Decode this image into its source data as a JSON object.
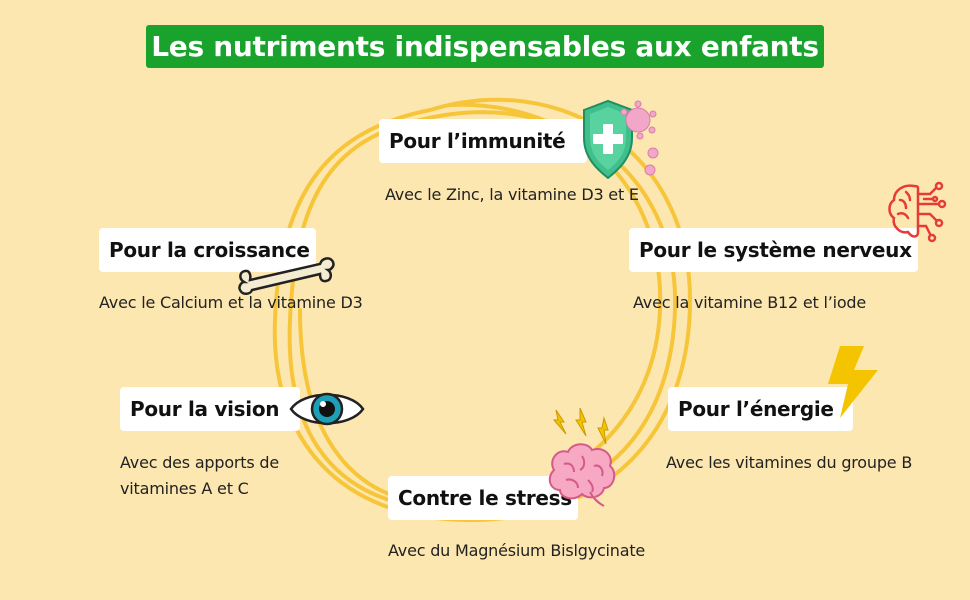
{
  "title": "Les nutriments indispensables aux enfants",
  "items": [
    {
      "label": "Pour l’immunité",
      "desc": "Avec le Zinc, la vitamine D3 et E",
      "icon": "shield-virus-icon"
    },
    {
      "label": "Pour la croissance",
      "desc": "Avec le Calcium et la vitamine D3",
      "icon": "bone-icon"
    },
    {
      "label": "Pour le système nerveux",
      "desc": "Avec la vitamine B12 et l’iode",
      "icon": "brain-circuit-icon"
    },
    {
      "label": "Pour la vision",
      "desc_line1": "Avec des apports de",
      "desc_line2": "vitamines A et C",
      "icon": "eye-icon"
    },
    {
      "label": "Pour l’énergie",
      "desc": "Avec les vitamines du groupe B",
      "icon": "lightning-icon"
    },
    {
      "label": "Contre le stress",
      "desc": "Avec du Magnésium Bislgycinate",
      "icon": "stressed-brain-icon"
    }
  ],
  "colors": {
    "background": "#fde7b0",
    "title_bg": "#1aa32c",
    "ring": "#f7c53a",
    "shield": "#3fbf8c",
    "lightning": "#f5c400",
    "eye_iris": "#1c9fb7"
  }
}
